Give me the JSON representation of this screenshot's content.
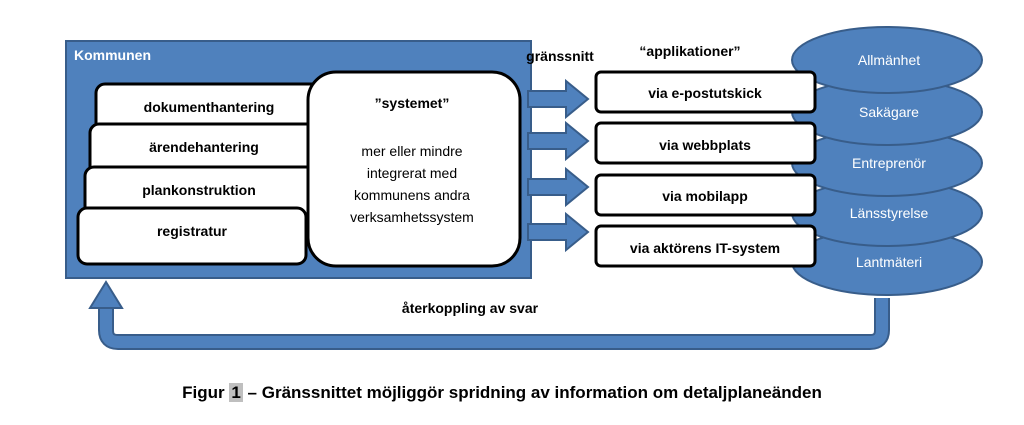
{
  "kommunen_title": "Kommunen",
  "modules": [
    "dokumenthantering",
    "ärendehantering",
    "plankonstruktion",
    "registratur"
  ],
  "systemet": {
    "title": "”systemet”",
    "lines": [
      "mer eller mindre",
      "integrerat med",
      "kommunens andra",
      "verksamhetssystem"
    ]
  },
  "interface_label": "gränssnitt",
  "applications_label": "“applikationer”",
  "applications": [
    "via e-postutskick",
    "via webbplats",
    "via mobilapp",
    "via aktörens IT-system"
  ],
  "actors": [
    "Allmänhet",
    "Sakägare",
    "Entreprenör",
    "Länsstyrelse",
    "Lantmäteri"
  ],
  "feedback_label": "återkoppling av svar",
  "caption": {
    "prefix": "Figur ",
    "number": "1",
    "text": " – Gränssnittet möjliggör spridning av information om detaljplaneänden"
  },
  "colors": {
    "kommun_fill": "#4f81bd",
    "kommun_border": "#385d8a",
    "actor_fill": "#4f81bd",
    "arrow_fill": "#4f81bd"
  }
}
